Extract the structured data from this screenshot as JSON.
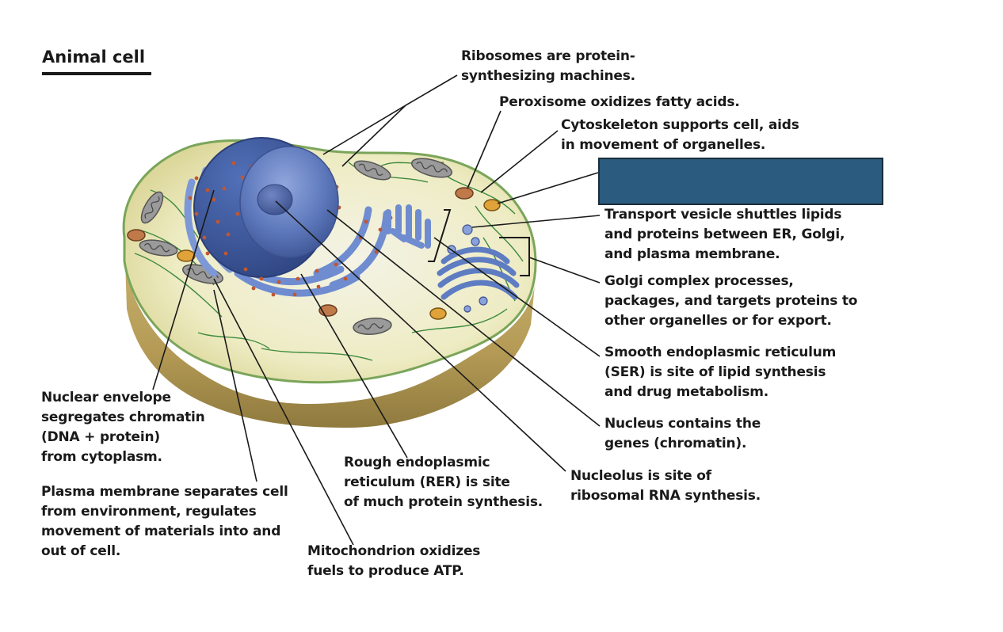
{
  "title": "Animal cell",
  "labels": {
    "ribosomes": [
      "Ribosomes are protein-",
      "synthesizing machines."
    ],
    "peroxisome": [
      "Peroxisome oxidizes fatty acids."
    ],
    "cytoskeleton": [
      "Cytoskeleton supports cell, aids",
      "in movement of organelles."
    ],
    "transport_vesicle": [
      "Transport vesicle shuttles lipids",
      "and proteins between ER, Golgi,",
      "and plasma membrane."
    ],
    "golgi": [
      "Golgi complex processes,",
      "packages, and targets proteins to",
      "other organelles or for export."
    ],
    "ser": [
      "Smooth endoplasmic reticulum",
      "(SER) is site of lipid synthesis",
      "and drug metabolism."
    ],
    "nucleus": [
      "Nucleus contains the",
      "genes (chromatin)."
    ],
    "nucleolus": [
      "Nucleolus is site of",
      "ribosomal RNA synthesis."
    ],
    "rer": [
      "Rough endoplasmic",
      "reticulum (RER) is site",
      "of much protein synthesis."
    ],
    "mitochondrion": [
      "Mitochondrion oxidizes",
      "fuels to produce ATP."
    ],
    "nuclear_envelope": [
      "Nuclear envelope",
      "segregates chromatin",
      "(DNA + protein)",
      "from cytoplasm."
    ],
    "plasma_membrane": [
      "Plasma membrane separates cell",
      "from environment, regulates",
      "movement of materials into and",
      "out of cell."
    ]
  },
  "colors": {
    "cytoplasm": "#e9e6b8",
    "cell_base": "#b9a15e",
    "nucleus": "#5a74b8",
    "er": "#6f8cd0",
    "ribosome": "#c2562f",
    "mitochondrion": "#9a9a9a",
    "peroxisome": "#c07a4a",
    "lysosome": "#e0a33a",
    "cytoskeleton": "#3e8a3e",
    "mask_box": "#2b5b7e"
  }
}
